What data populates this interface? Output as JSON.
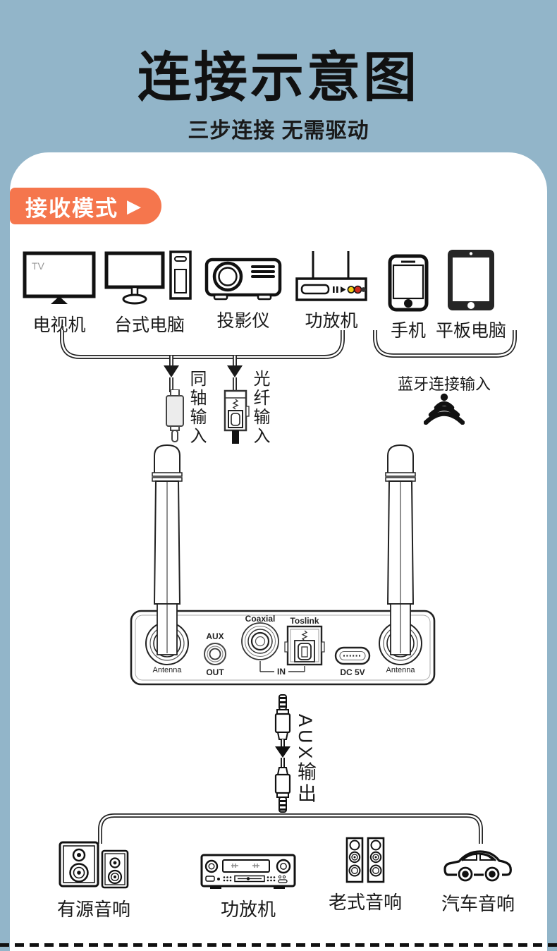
{
  "page": {
    "title": "连接示意图",
    "subtitle": "三步连接 无需驱动",
    "colors": {
      "background": "#92B5C9",
      "card": "#FFFFFF",
      "badge_orange": "#F5764D",
      "ink": "#1A1A1A",
      "dot_yellow": "#F2CB13",
      "dot_red": "#CE2A1C"
    }
  },
  "badge": {
    "label": "接收模式",
    "arrow": "▶"
  },
  "devices": {
    "screen_tv": "TV"
  },
  "sources": [
    {
      "icon": "tv-icon",
      "label": "电视机"
    },
    {
      "icon": "desktop-computer-icon",
      "label": "台式电脑"
    },
    {
      "icon": "projector-icon",
      "label": "投影仪"
    },
    {
      "icon": "amplifier-icon",
      "label": "功放机"
    },
    {
      "icon": "smartphone-icon",
      "label": "手机"
    },
    {
      "icon": "tablet-icon",
      "label": "平板电脑"
    }
  ],
  "inputs": {
    "coaxial": "同轴输入",
    "optical": "光纤输入",
    "bluetooth": "蓝牙连接输入"
  },
  "receiver": {
    "ports": {
      "antenna_left": "Antenna",
      "aux": "AUX",
      "out": "OUT",
      "coaxial": "Coaxial",
      "toslink": "Toslink",
      "in": "IN",
      "dc": "DC 5V",
      "antenna_right": "Antenna"
    }
  },
  "output": {
    "aux": "AUX输出"
  },
  "sinks": [
    {
      "icon": "powered-speakers-icon",
      "label": "有源音响"
    },
    {
      "icon": "av-receiver-icon",
      "label": "功放机"
    },
    {
      "icon": "tower-speakers-icon",
      "label": "老式音响"
    },
    {
      "icon": "car-audio-icon",
      "label": "汽车音响"
    }
  ]
}
